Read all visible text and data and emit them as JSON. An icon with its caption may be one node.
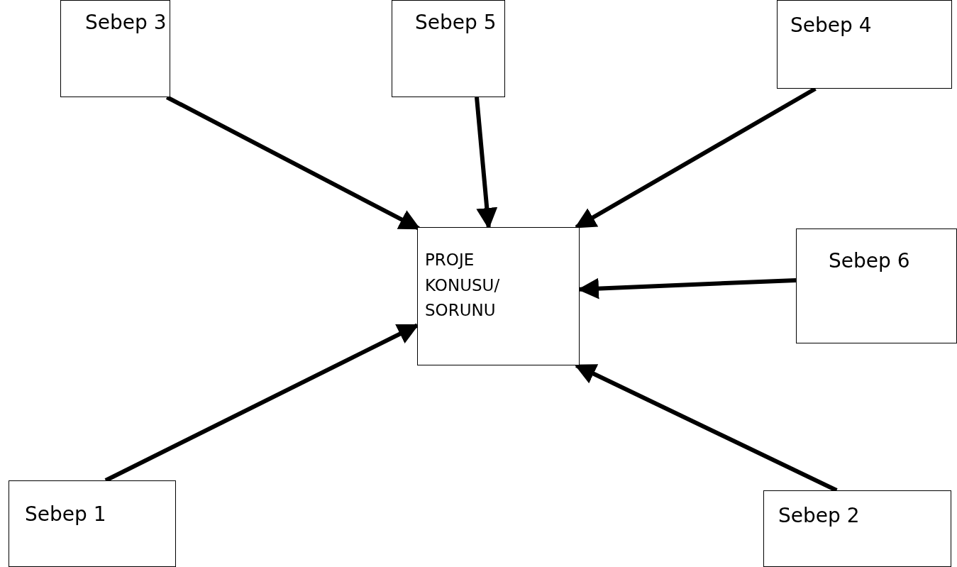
{
  "diagram": {
    "nodes": [
      {
        "text": [
          "Sebep 3"
        ]
      },
      {
        "text": [
          "Sebep 5"
        ]
      },
      {
        "text": [
          "Sebep 4"
        ]
      },
      {
        "text": [
          "PROJE KONUSU/ SORUNU"
        ]
      },
      {
        "text": [
          "Sebep 6"
        ]
      },
      {
        "text": [
          "Sebep 1"
        ]
      },
      {
        "text": [
          "Sebep 2"
        ]
      }
    ],
    "edges": [
      {
        "from": 0,
        "to": 3,
        "arrow": "to"
      },
      {
        "from": 1,
        "to": 3,
        "arrow": "to"
      },
      {
        "from": 2,
        "to": 3,
        "arrow": "to"
      },
      {
        "from": 4,
        "to": 3,
        "arrow": "to"
      },
      {
        "from": 5,
        "to": 3,
        "arrow": "to"
      },
      {
        "from": 6,
        "to": 3,
        "arrow": "to"
      }
    ]
  }
}
